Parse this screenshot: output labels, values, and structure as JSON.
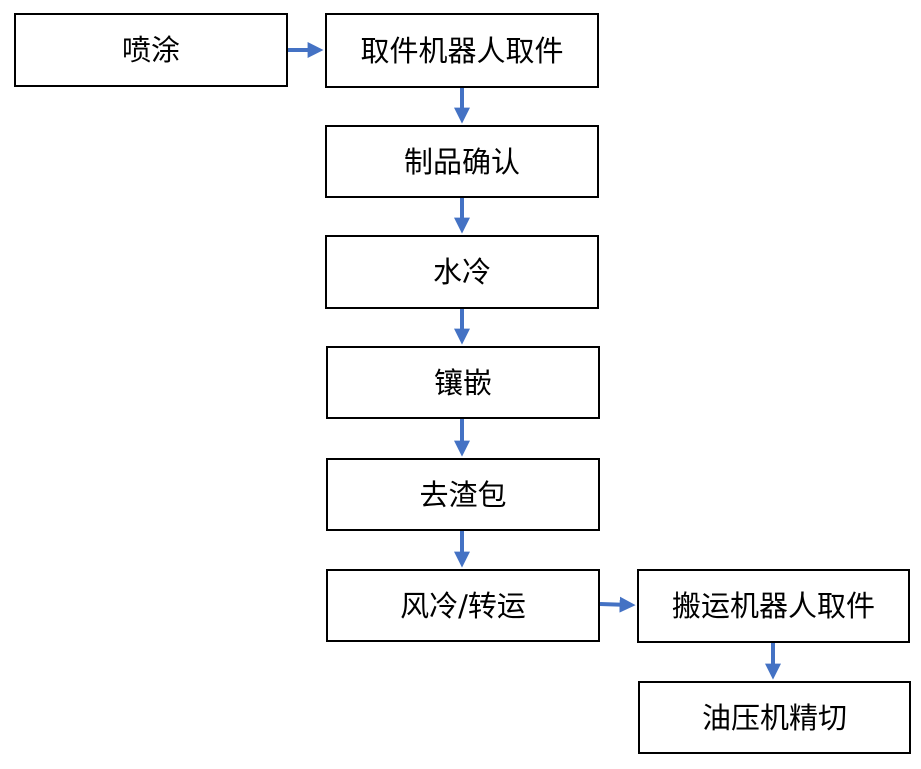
{
  "diagram": {
    "arrow_color": "#4472C4",
    "box_border_color": "#000000",
    "nodes": {
      "spray": "喷涂",
      "robot_pick_1": "取件机器人取件",
      "product_confirm": "制品确认",
      "water_cool": "水冷",
      "inlay": "镶嵌",
      "remove_slag": "去渣包",
      "air_cool_transfer": "风冷/转运",
      "robot_pick_2": "搬运机器人取件",
      "press_trim": "油压机精切"
    },
    "edges": [
      [
        "spray",
        "robot_pick_1"
      ],
      [
        "robot_pick_1",
        "product_confirm"
      ],
      [
        "product_confirm",
        "water_cool"
      ],
      [
        "water_cool",
        "inlay"
      ],
      [
        "inlay",
        "remove_slag"
      ],
      [
        "remove_slag",
        "air_cool_transfer"
      ],
      [
        "air_cool_transfer",
        "robot_pick_2"
      ],
      [
        "robot_pick_2",
        "press_trim"
      ]
    ]
  }
}
